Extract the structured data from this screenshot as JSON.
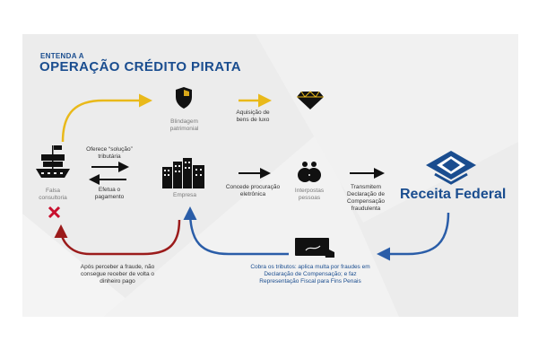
{
  "header": {
    "kicker": "ENTENDA A",
    "title": "OPERAÇÃO CRÉDITO PIRATA"
  },
  "nodes": {
    "fake_consultancy": "Falsa consultoria",
    "shielding": "Blindagem patrimonial",
    "luxury": "Aquisição de bens de luxo",
    "company": "Empresa",
    "intermediaries": "Interpostas pessoas",
    "receita": "Receita Federal"
  },
  "edges": {
    "offer": "Oferece “solução” tributária",
    "payment": "Efetua o pagamento",
    "proxy": "Concede procuração eletrônica",
    "transmit": "Transmitem Declaração de Compensação fraudulenta",
    "fraud": "Após perceber a fraude, não consegue receber de volta o dinheiro pago",
    "charge": "Cobra os tributos: aplica multa por fraudes em Declaração de Compensação; e faz Representação Fiscal para Fins Penais"
  },
  "colors": {
    "brand_blue": "#1a4d8f",
    "arrow_yellow": "#e9b91a",
    "arrow_red": "#9b1b1b",
    "arrow_blue": "#2a5da8",
    "cross_red": "#c8102e",
    "panel_bg": "#ececec"
  },
  "icons": {
    "ship": "pirate-ship-icon",
    "shield": "shield-icon",
    "diamond": "diamond-icon",
    "buildings": "buildings-icon",
    "people": "people-icon",
    "cross": "cross-icon",
    "document": "document-hand-icon",
    "logo": "receita-federal-logo"
  }
}
